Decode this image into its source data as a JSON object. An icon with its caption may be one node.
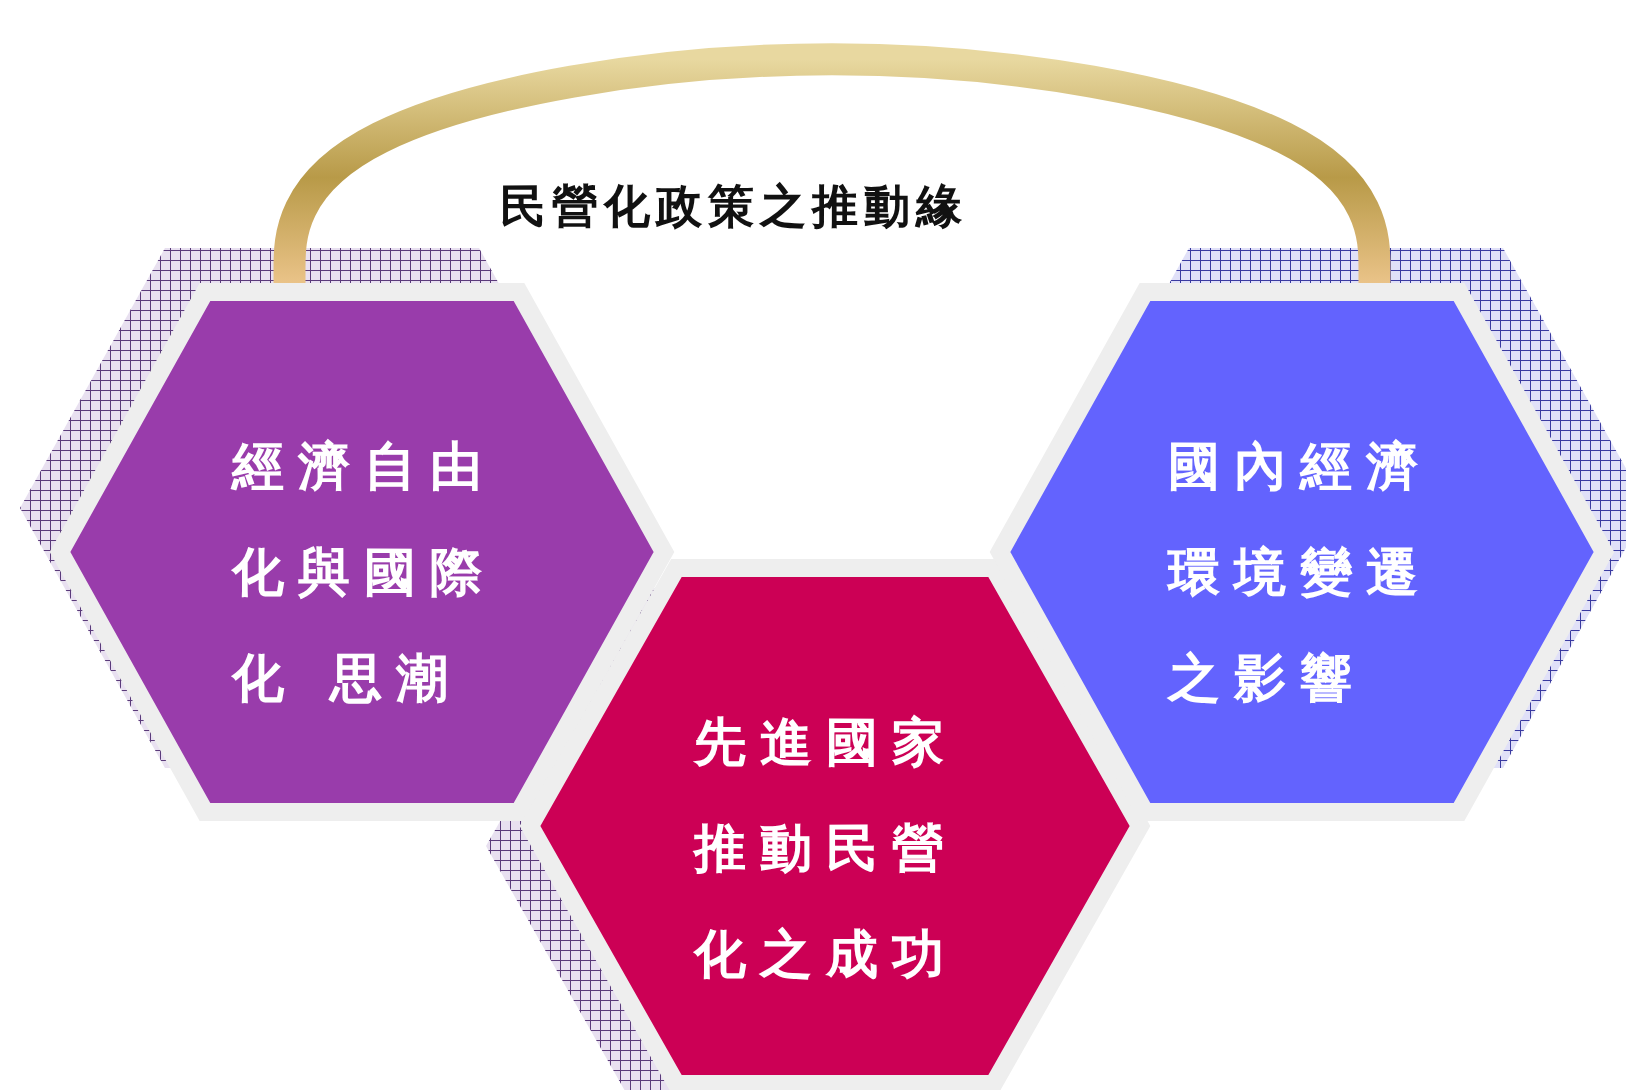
{
  "diagram": {
    "title": "民營化政策之推動緣",
    "nodes": [
      {
        "text": [
          "經濟自由化與國際化 思潮"
        ]
      },
      {
        "text": [
          "先進國家推動民營化之成功"
        ]
      },
      {
        "text": [
          "國內經濟環境變遷之影響"
        ]
      }
    ],
    "edges": [
      {
        "from": 0,
        "to": 2,
        "arrow": "none",
        "style": "thick"
      }
    ]
  }
}
